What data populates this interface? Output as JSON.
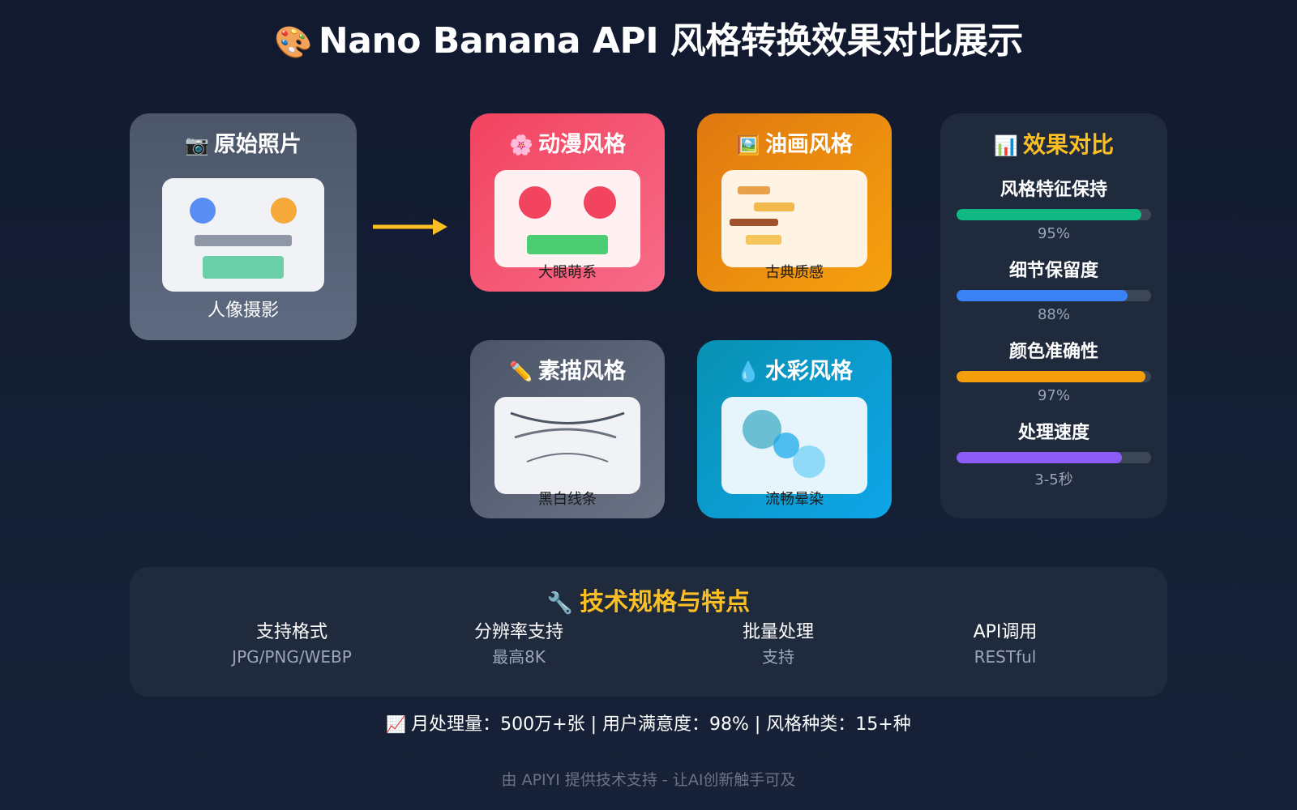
{
  "title": {
    "emoji": "🎨",
    "text": "Nano Banana API 风格转换效果对比展示"
  },
  "original": {
    "emoji": "📷",
    "title": "原始照片",
    "caption": "人像摄影"
  },
  "styles": {
    "anime": {
      "emoji": "🌸",
      "title": "动漫风格",
      "caption": "大眼萌系"
    },
    "oil": {
      "emoji": "🖼️",
      "title": "油画风格",
      "caption": "古典质感"
    },
    "sketch": {
      "emoji": "✏️",
      "title": "素描风格",
      "caption": "黑白线条"
    },
    "water": {
      "emoji": "💧",
      "title": "水彩风格",
      "caption": "流畅晕染"
    }
  },
  "metrics": {
    "emoji": "📊",
    "title": "效果对比",
    "items": [
      {
        "label": "风格特征保持",
        "value": "95%",
        "percent": 95,
        "color": "#10b981"
      },
      {
        "label": "细节保留度",
        "value": "88%",
        "percent": 88,
        "color": "#3b82f6"
      },
      {
        "label": "颜色准确性",
        "value": "97%",
        "percent": 97,
        "color": "#f59e0b"
      },
      {
        "label": "处理速度",
        "value": "3-5秒",
        "percent": 85,
        "color": "#8b5cf6"
      }
    ]
  },
  "tech": {
    "emoji": "🔧",
    "title": "技术规格与特点",
    "specs": [
      {
        "label": "支持格式",
        "value": "JPG/PNG/WEBP"
      },
      {
        "label": "分辨率支持",
        "value": "最高8K"
      },
      {
        "label": "批量处理",
        "value": "支持"
      },
      {
        "label": "API调用",
        "value": "RESTful"
      }
    ]
  },
  "stats": {
    "emoji": "📈",
    "text": "月处理量：500万+张 | 用户满意度：98% | 风格种类：15+种"
  },
  "footer": "由 APIYI 提供技术支持 - 让AI创新触手可及",
  "colors": {
    "accent": "#fbbf24",
    "anime_accent": "#f2435f",
    "oil_accent": "#e07810",
    "water_accent": "#0ea5e9"
  }
}
